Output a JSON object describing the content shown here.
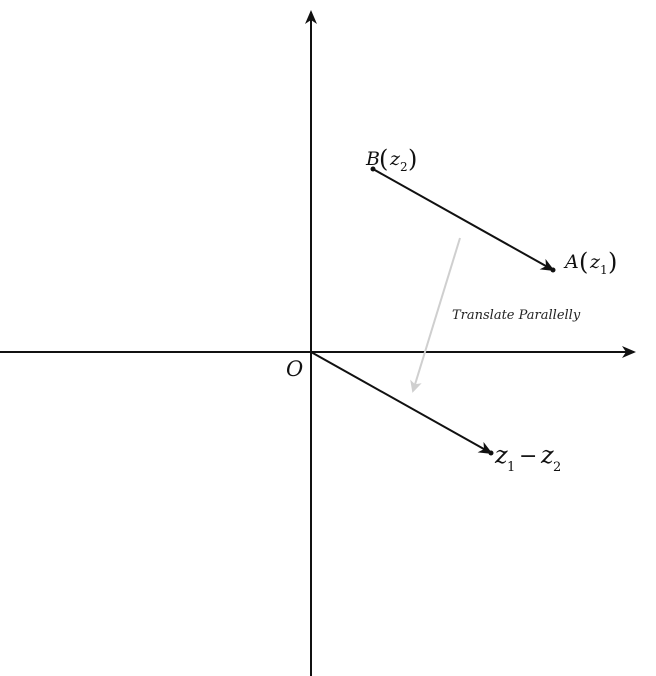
{
  "labels": {
    "origin": "O",
    "point_b": {
      "letter": "B",
      "open": "(",
      "var": "z",
      "sub": "2",
      "close": ")"
    },
    "point_a": {
      "letter": "A",
      "open": "(",
      "var": "z",
      "sub": "1",
      "close": ")"
    },
    "result": {
      "var1": "z",
      "sub1": "1",
      "op": "−",
      "var2": "z",
      "sub2": "2"
    },
    "translate_note": "Translate Parallelly"
  },
  "colors": {
    "axis": "#111111",
    "vector": "#111111",
    "translate_arrow": "#cccccc"
  }
}
